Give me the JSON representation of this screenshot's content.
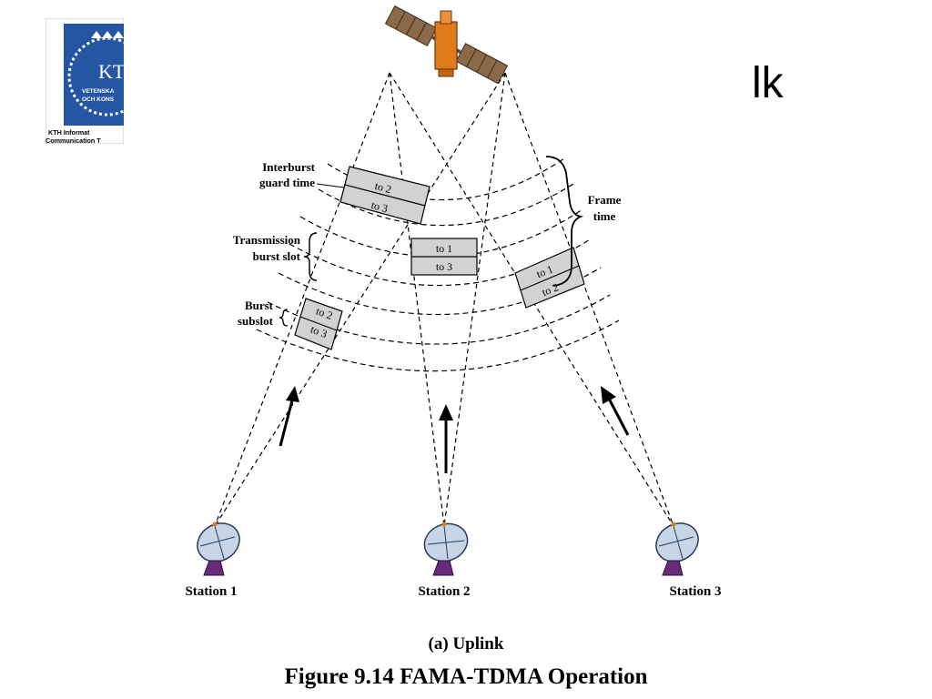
{
  "header": {
    "title_fragment": "lk",
    "logo": {
      "name": "KTH",
      "line1": "VETENSKA",
      "line2": "OCH KONS",
      "caption_line1": "KTH Informat",
      "caption_line2": "Communication T",
      "colors": {
        "blue": "#2456a4",
        "white": "#ffffff"
      }
    }
  },
  "diagram": {
    "icons": [
      "satellite-icon",
      "dish-antenna-icon",
      "uplink-arrow-icon"
    ],
    "labels": {
      "interburst_line1": "Interburst",
      "interburst_line2": "guard time",
      "transmission_line1": "Transmission",
      "transmission_line2": "burst slot",
      "burst_line1": "Burst",
      "burst_line2": "subslot",
      "frame_line1": "Frame",
      "frame_line2": "time"
    },
    "slots": {
      "left_upper": [
        "to 2",
        "to 3"
      ],
      "center": [
        "to 1",
        "to 3"
      ],
      "right": [
        "to 1",
        "to 2"
      ],
      "left_lower": [
        "to 2",
        "to 3"
      ]
    },
    "stations": [
      "Station 1",
      "Station 2",
      "Station 3"
    ],
    "colors": {
      "slot_fill": "#d2d2d2",
      "line": "#000000",
      "satellite": "#e07a1a"
    }
  },
  "captions": {
    "subtitle": "(a) Uplink",
    "figure": "Figure 9.14  FAMA-TDMA Operation"
  }
}
